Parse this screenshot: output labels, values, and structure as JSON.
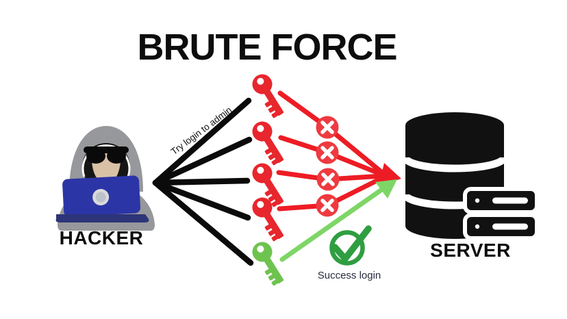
{
  "title": "BRUTE FORCE",
  "actors": {
    "hacker": {
      "label": "HACKER",
      "icon": "hacker-hoodie-laptop-icon"
    },
    "server": {
      "label": "SERVER",
      "icon": "database-and-rack-icon"
    }
  },
  "annotations": {
    "attempt_label": "Try login to admin",
    "success_label": "Success login"
  },
  "diagram": {
    "type": "flow",
    "attempts_total": 5,
    "failed_attempts": 4,
    "successful_attempts": 1,
    "attempts": [
      {
        "key_color": "red",
        "result": "fail"
      },
      {
        "key_color": "red",
        "result": "fail"
      },
      {
        "key_color": "red",
        "result": "fail"
      },
      {
        "key_color": "red",
        "result": "fail"
      },
      {
        "key_color": "green",
        "result": "success"
      }
    ],
    "icons": {
      "attempt_key": "key-icon",
      "fail_badge": "x-circle-icon",
      "success_badge": "check-circle-icon"
    }
  },
  "colors": {
    "background": "#ffffff",
    "title_text": "#0d0d0d",
    "line_black": "#0b0b0b",
    "line_red": "#ed1c24",
    "key_red": "#e8262d",
    "x_badge_red": "#ee3a40",
    "key_green": "#6ec34f",
    "line_green": "#7ed667",
    "check_green": "#2f9e41",
    "success_text": "#262b3d",
    "hood_gray": "#97989b",
    "hood_shadow": "#161616",
    "face_tan": "#d8c1a5",
    "glasses_black": "#0a0a0a",
    "laptop_blue": "#2c35a6",
    "laptop_base_blue": "#2d3478",
    "server_black": "#111111"
  }
}
